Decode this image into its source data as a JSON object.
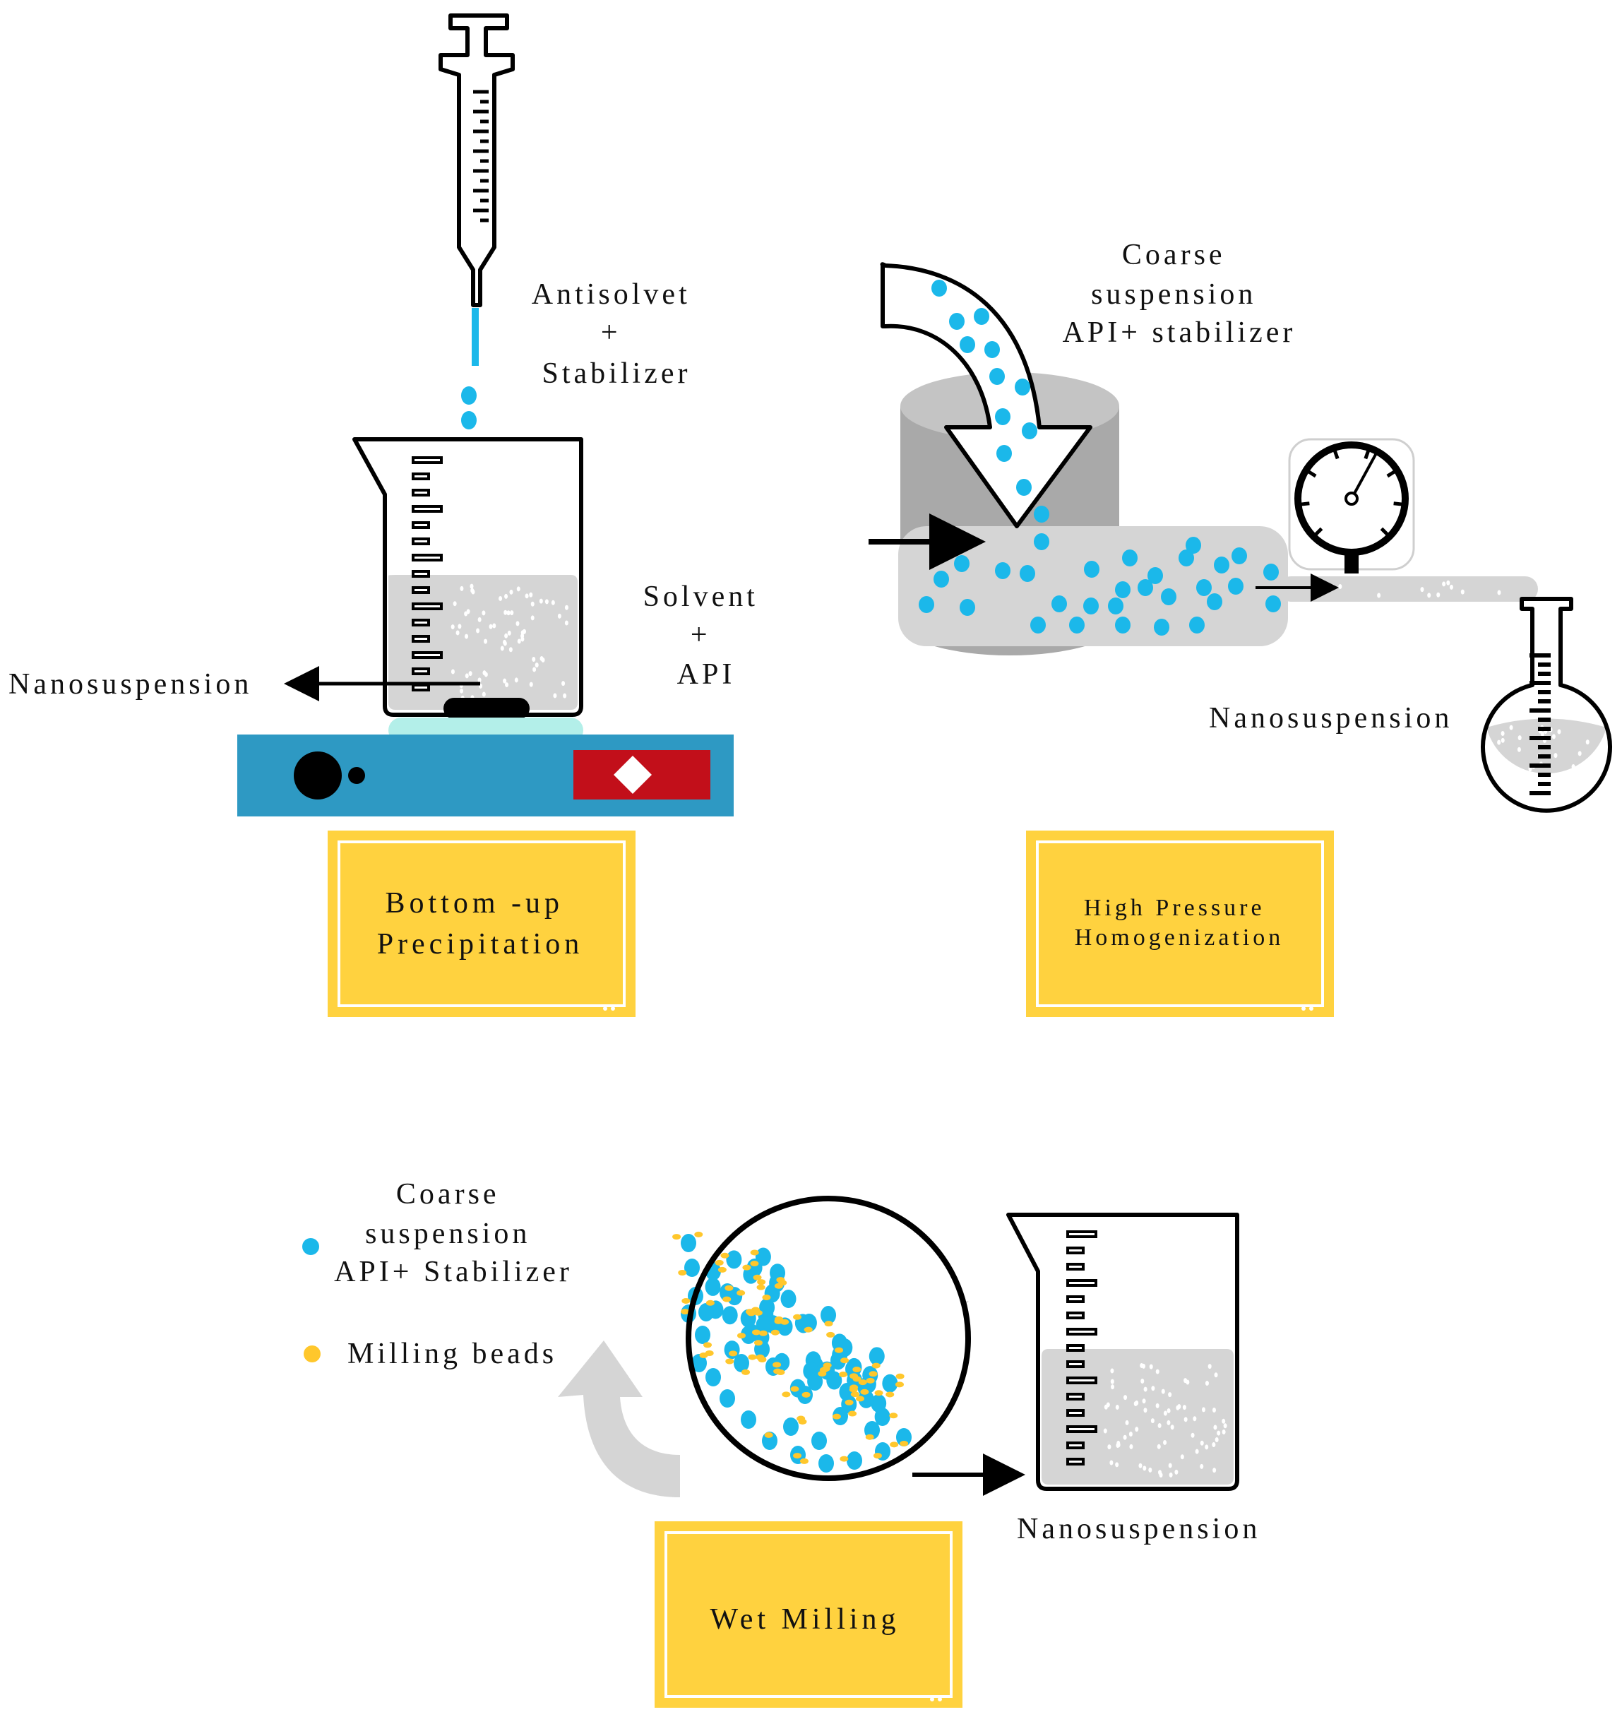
{
  "colors": {
    "api_particle": "#1BB8EA",
    "milling_bead": "#FFC72C",
    "label_box": "#FFD23F",
    "suspension_fill": "#D5D5D5",
    "stirrer_base": "#2E99C3",
    "stirrer_panel": "#C20F1A",
    "stirrer_pad": "#B3EFE9",
    "homogenizer_cylinder": "#A9A9A9"
  },
  "icons": [
    "syringe-icon",
    "beaker-icon",
    "magnetic-stirrer-icon",
    "pressure-gauge-icon",
    "round-flask-icon",
    "milling-chamber-icon",
    "rotation-arrow-icon"
  ],
  "bottom_up": {
    "antisolvent_lines": [
      "Antisolvet",
      "+",
      "Stabilizer"
    ],
    "solvent_lines": [
      "Solvent",
      "+",
      "API"
    ],
    "output_label": "Nanosuspension",
    "box_lines": [
      "Bottom -up",
      "Precipitation"
    ]
  },
  "hph": {
    "input_lines": [
      "Coarse",
      "suspension",
      "API+ stabilizer"
    ],
    "output_label": "Nanosuspension",
    "box_lines": [
      "High Pressure",
      "Homogenization"
    ]
  },
  "wet_milling": {
    "legend_api_lines": [
      "Coarse",
      "suspension",
      "API+ Stabilizer"
    ],
    "legend_beads": "Milling beads",
    "output_label": "Nanosuspension",
    "box_label": "Wet Milling"
  }
}
